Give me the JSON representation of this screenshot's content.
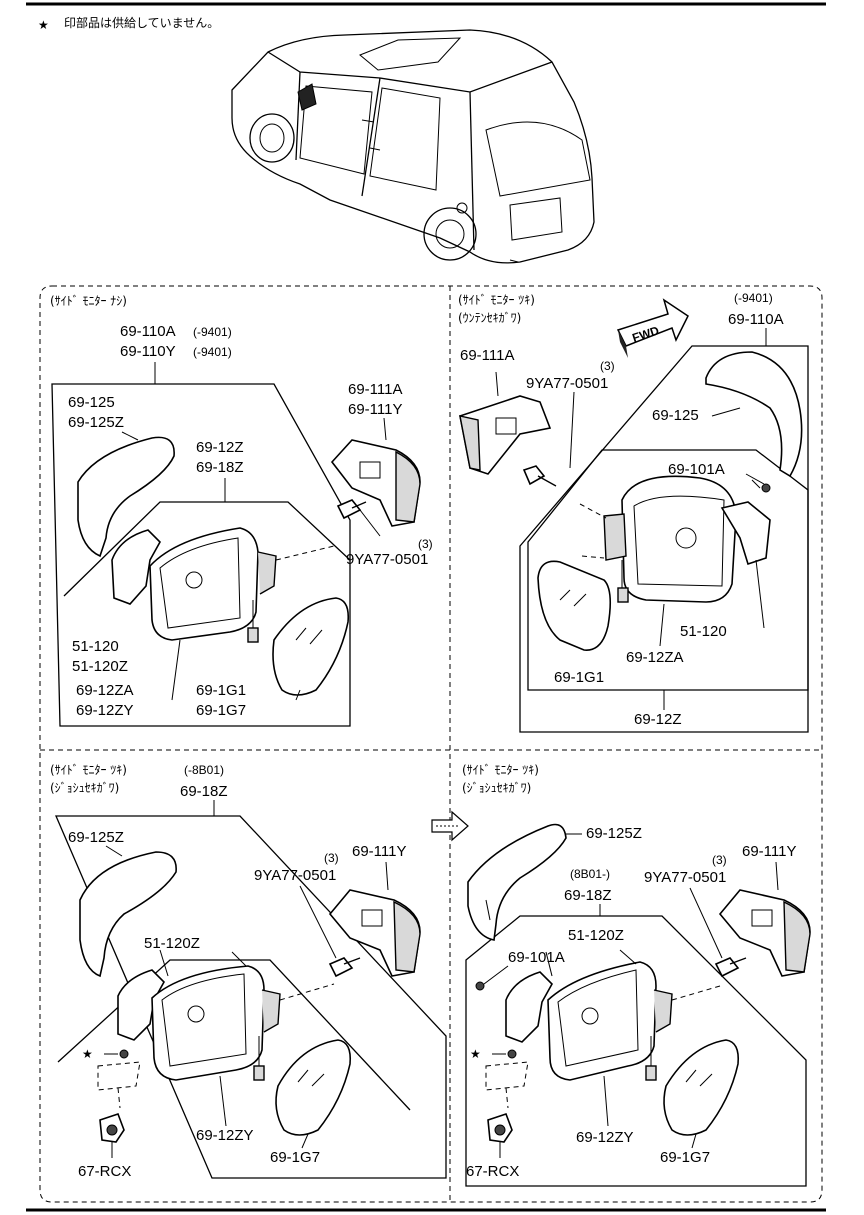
{
  "header": {
    "star": "★",
    "note": "印部品は供給していません。"
  },
  "panels": {
    "top_left": {
      "title": "(ｻｲﾄﾞ ﾓﾆﾀｰ ﾅｼ)",
      "labels": {
        "l1": "69-110A",
        "l1s": "(-9401)",
        "l2": "69-110Y",
        "l2s": "(-9401)",
        "l3": "69-125",
        "l4": "69-125Z",
        "l5": "69-12Z",
        "l6": "69-18Z",
        "l7": "69-111A",
        "l8": "69-111Y",
        "l9": "(3)",
        "l10": "9YA77-0501",
        "l11": "51-120",
        "l12": "51-120Z",
        "l13": "69-12ZA",
        "l14": "69-12ZY",
        "l15": "69-1G1",
        "l16": "69-1G7"
      }
    },
    "top_right": {
      "title1": "(ｻｲﾄﾞ ﾓﾆﾀｰ ﾂｷ)",
      "title2": "(ｳﾝﾃﾝｾｷｶﾞﾜ)",
      "fwd": "FWD",
      "labels": {
        "l1s": "(-9401)",
        "l1": "69-110A",
        "l2": "69-111A",
        "l3": "(3)",
        "l4": "9YA77-0501",
        "l5": "69-125",
        "l6": "69-101A",
        "l7": "51-120",
        "l8": "69-12ZA",
        "l9": "69-1G1",
        "l10": "69-12Z"
      }
    },
    "bottom_left": {
      "title1": "(ｻｲﾄﾞ ﾓﾆﾀｰ ﾂｷ)",
      "title2": "(ｼﾞｮｼｭｾｷｶﾞﾜ)",
      "labels": {
        "l1s": "(-8B01)",
        "l1": "69-18Z",
        "l2": "69-125Z",
        "l3": "(3)",
        "l4": "9YA77-0501",
        "l5": "69-111Y",
        "l6": "51-120Z",
        "l7": "69-12ZY",
        "l8": "69-1G7",
        "l9": "67-RCX",
        "star": "★"
      }
    },
    "bottom_right": {
      "title1": "(ｻｲﾄﾞ ﾓﾆﾀｰ ﾂｷ)",
      "title2": "(ｼﾞｮｼｭｾｷｶﾞﾜ)",
      "labels": {
        "l1": "69-125Z",
        "l2s": "(8B01-)",
        "l2": "69-18Z",
        "l3": "(3)",
        "l4": "9YA77-0501",
        "l5": "69-111Y",
        "l6": "51-120Z",
        "l7": "69-101A",
        "l8": "69-12ZY",
        "l9": "69-1G7",
        "l10": "67-RCX",
        "star": "★"
      }
    }
  }
}
